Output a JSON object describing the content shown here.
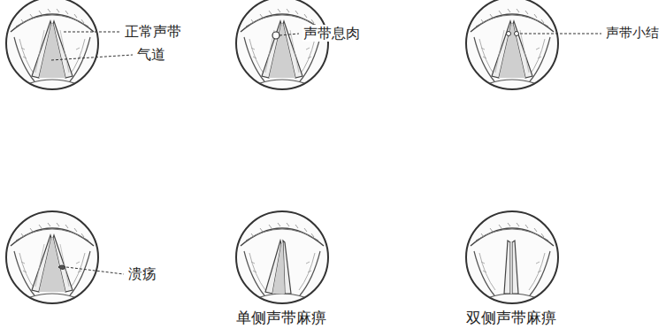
{
  "diagram": {
    "labels": [
      "正常声带",
      "气道",
      "声带息肉",
      "声带小结",
      "溃疡",
      "单侧声带麻痹",
      "双侧声带麻痹"
    ]
  }
}
